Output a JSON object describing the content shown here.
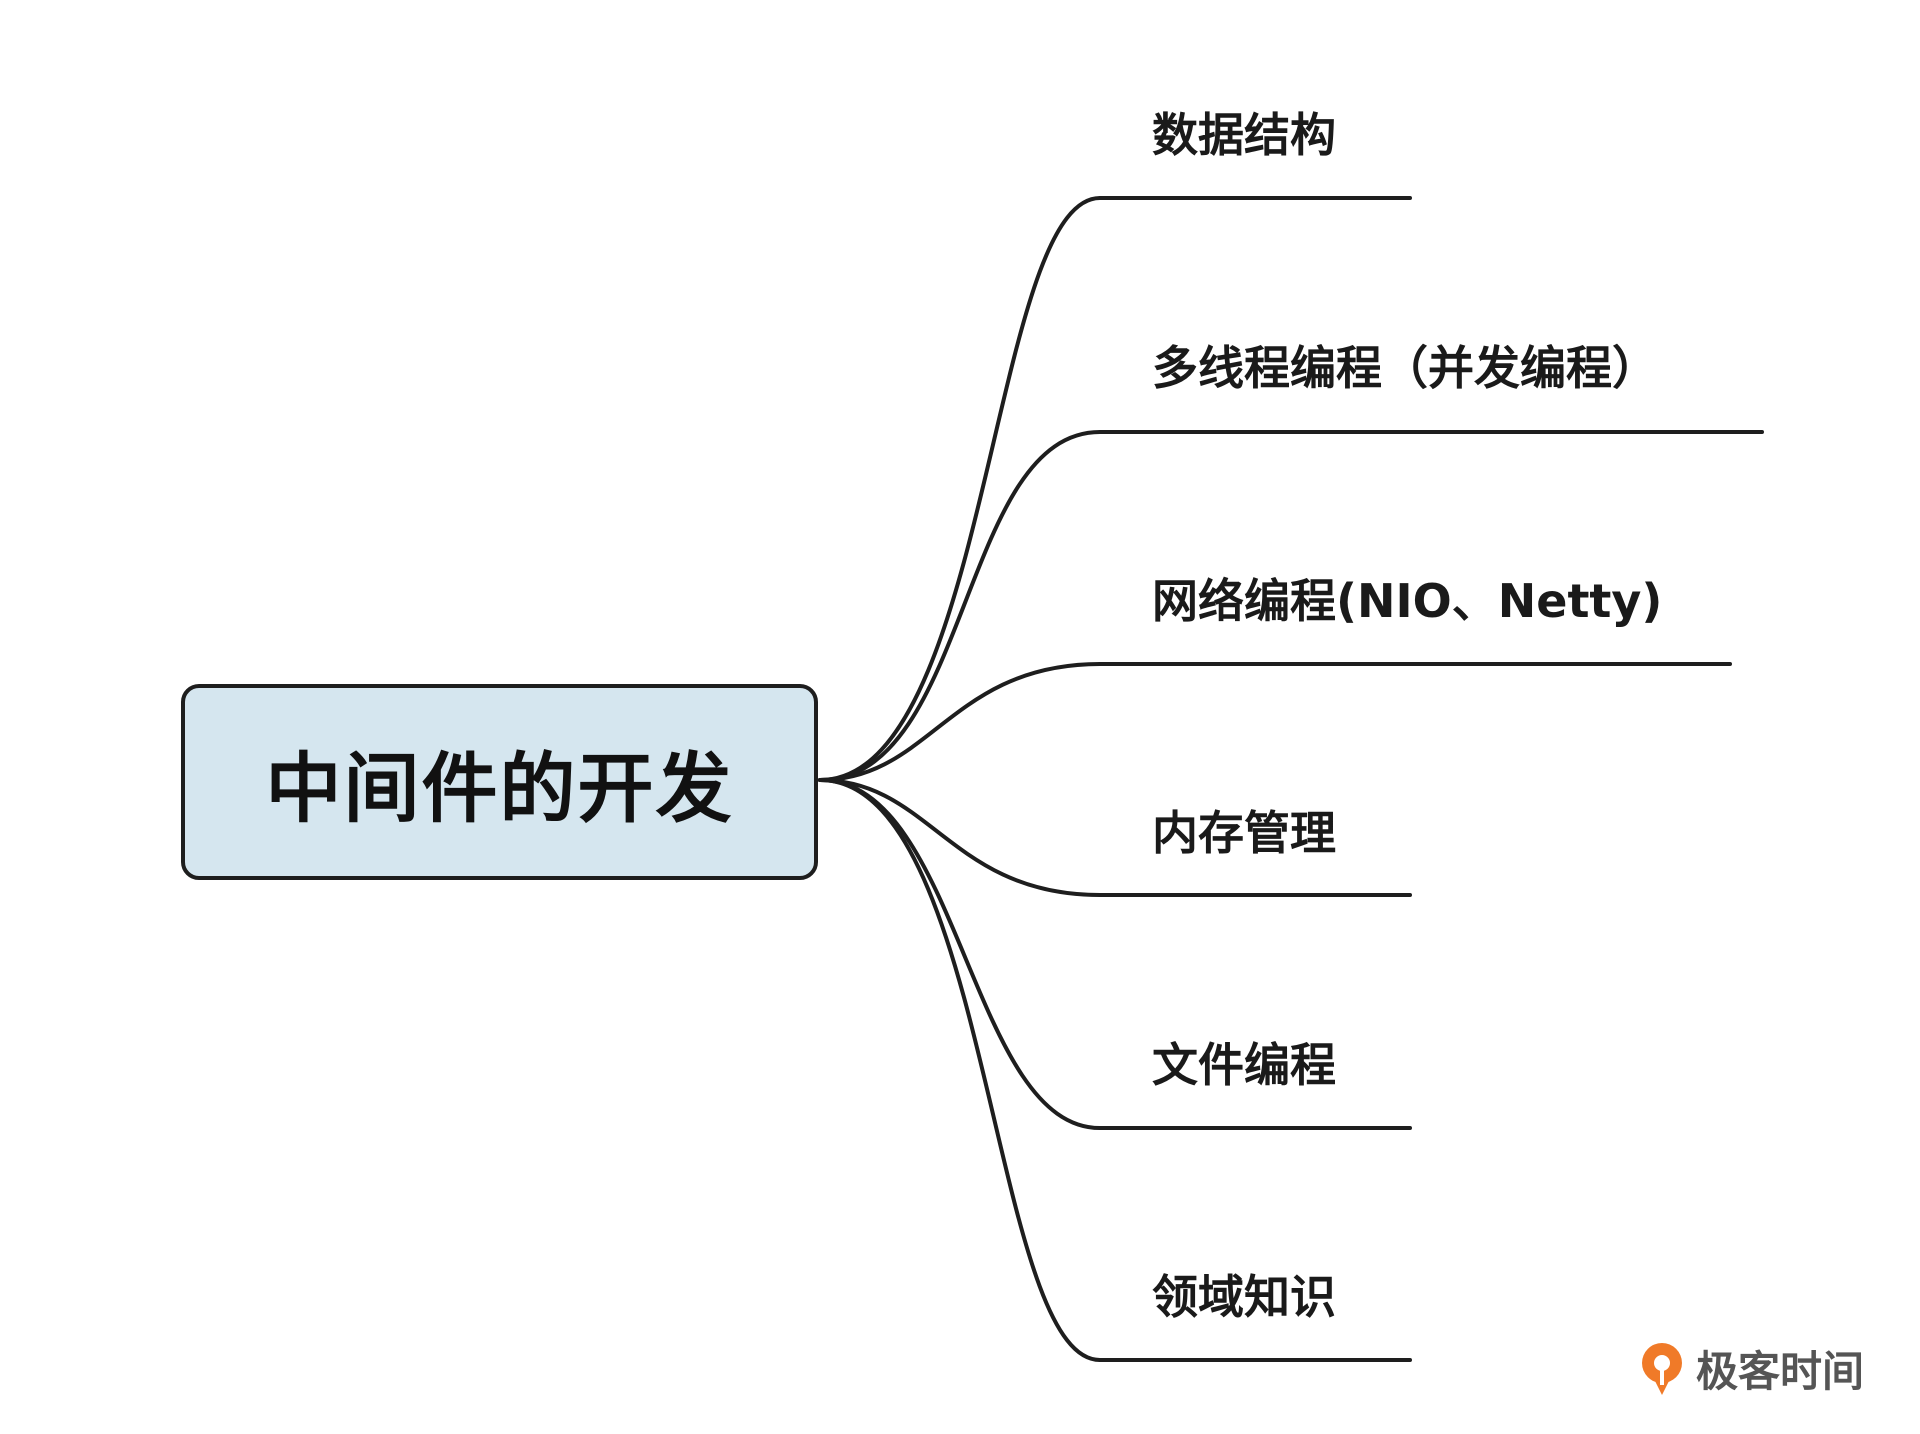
{
  "root": {
    "label": "中间件的开发"
  },
  "branches": [
    {
      "label": "数据结构"
    },
    {
      "label": "多线程编程（并发编程）"
    },
    {
      "label": "网络编程(NIO、Netty)"
    },
    {
      "label": "内存管理"
    },
    {
      "label": "文件编程"
    },
    {
      "label": "领域知识"
    }
  ],
  "logo": {
    "text": "极客时间",
    "accent_color": "#f07a28",
    "icon": "geektime-logo-icon"
  },
  "colors": {
    "root_fill": "#d5e6ef",
    "line": "#1e1e1e"
  }
}
